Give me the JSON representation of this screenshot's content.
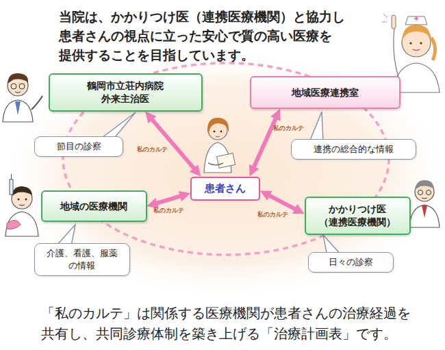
{
  "diagram": {
    "title": "当院は、かかりつけ医（連携医療機関）と協力し 患者さんの視点に立った安心で質の高い医療を 提供することを目指しています。",
    "caption": "「私のカルテ」は関係する医療機関が患者さんの治療経過を 共有し、共同診療体制を築き上げる「治療計画表」です。",
    "nodes": [
      {
        "text": [
          "鶴岡市立荘内病院 外来主治医"
        ]
      },
      {
        "text": [
          "地域医療連携室"
        ]
      },
      {
        "text": [
          "節目の診察"
        ]
      },
      {
        "text": [
          "連携の総合的な情報"
        ]
      },
      {
        "text": [
          "患者さん"
        ]
      },
      {
        "text": [
          "地域の医療機関"
        ]
      },
      {
        "text": [
          "かかりつけ医 （連携医療機関）"
        ]
      },
      {
        "text": [
          "介護、看護、服薬 の情報"
        ]
      },
      {
        "text": [
          "日々の診察"
        ]
      }
    ],
    "edges": [
      {
        "from": 4,
        "to": 0,
        "arrow": "both",
        "label": "私のカルテ"
      },
      {
        "from": 4,
        "to": 1,
        "arrow": "both",
        "label": "私のカルテ"
      },
      {
        "from": 4,
        "to": 5,
        "arrow": "both",
        "label": "私のカルテ"
      },
      {
        "from": 4,
        "to": 6,
        "arrow": "both",
        "label": "私のカルテ"
      }
    ]
  }
}
